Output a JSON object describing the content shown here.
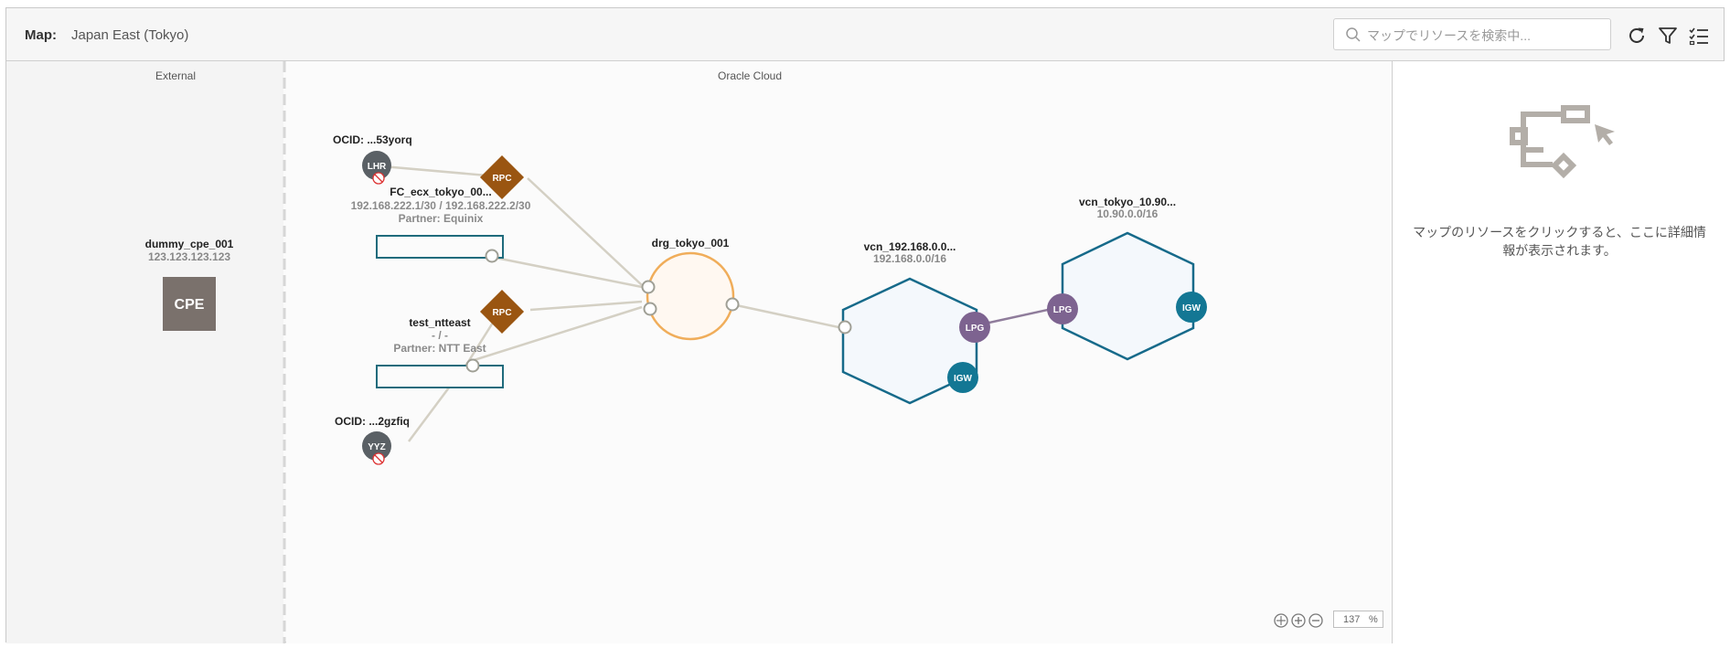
{
  "header": {
    "map_label": "Map:",
    "map_value": "Japan East (Tokyo)",
    "search_placeholder": "マップでリソースを検索中..."
  },
  "regions": {
    "external": "External",
    "oracle_cloud": "Oracle Cloud"
  },
  "cpe": {
    "name": "dummy_cpe_001",
    "ip": "123.123.123.123",
    "badge": "CPE"
  },
  "connections": [
    {
      "ocid": "OCID: ...53yorq",
      "icon_label": "LHR",
      "rpc_label": "RPC",
      "name": "FC_ecx_tokyo_00...",
      "ips": "192.168.222.1/30 / 192.168.222.2/30",
      "partner": "Partner: Equinix"
    },
    {
      "ocid": "OCID: ...2gzfiq",
      "icon_label": "YYZ",
      "rpc_label": "RPC",
      "name": "test_ntteast",
      "ips": "- / -",
      "partner": "Partner: NTT East"
    }
  ],
  "drg": {
    "name": "drg_tokyo_001"
  },
  "vcns": [
    {
      "name": "vcn_192.168.0.0...",
      "cidr": "192.168.0.0/16",
      "lpg": "LPG",
      "igw": "IGW"
    },
    {
      "name": "vcn_tokyo_10.90...",
      "cidr": "10.90.0.0/16",
      "lpg": "LPG",
      "igw": "IGW"
    }
  ],
  "detail": {
    "message": "マップのリソースをクリックすると、ここに詳細情報が表示されます。"
  },
  "zoom": {
    "value": "137",
    "unit": "%"
  },
  "colors": {
    "rpc": "#9a5511",
    "drg": "#f0ad5a",
    "vcn_stroke": "#166a8a",
    "vcn_fill": "#f4f8fc",
    "lpg": "#7d6390",
    "igw": "#137794",
    "region_icon": "#5a6065",
    "cpe": "#7a716c",
    "link": "#d4d0c4"
  }
}
